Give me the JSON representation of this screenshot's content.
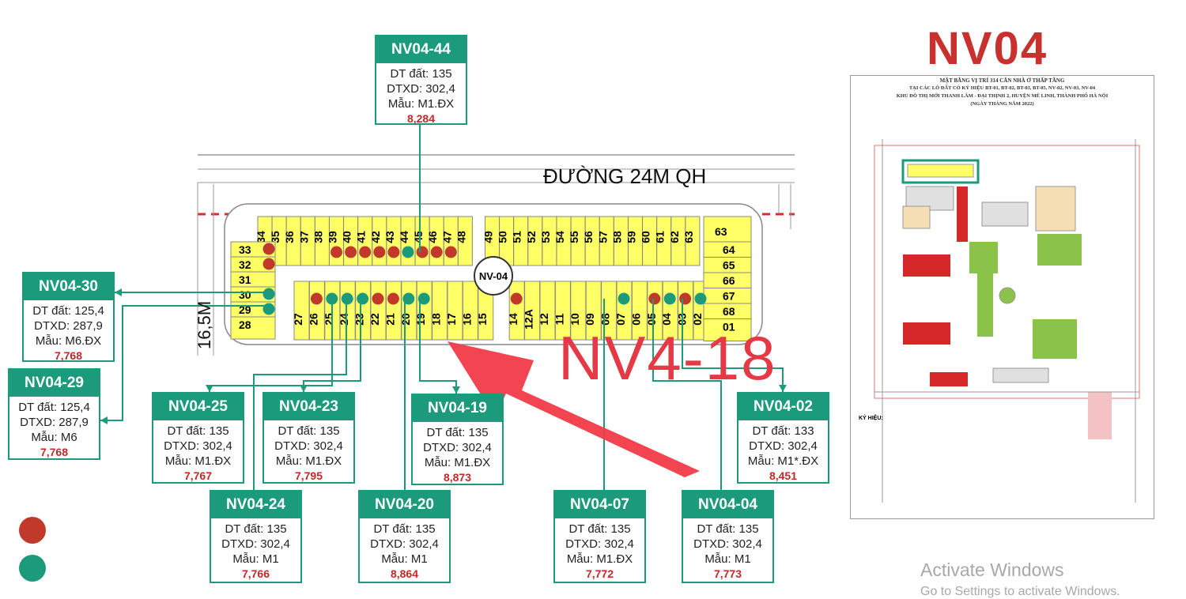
{
  "page_title": "NV04",
  "road_label": "ĐƯỜNG 24M QH",
  "road_side_label": "16,5M",
  "highlight_label": "NV4-18",
  "block_label": "NV-04",
  "colors": {
    "teal": "#1b9a7c",
    "sold_red": "#c0392b",
    "lot_yellow": "#ffff66",
    "arrow": "#f23b48"
  },
  "top_lots": [
    "34",
    "35",
    "36",
    "37",
    "38",
    "39",
    "40",
    "41",
    "42",
    "43",
    "44",
    "45",
    "46",
    "47",
    "48",
    "49",
    "50",
    "51",
    "52",
    "53",
    "54",
    "55",
    "56",
    "57",
    "58",
    "59",
    "60",
    "61",
    "62",
    "63"
  ],
  "bottom_lots": [
    "27",
    "26",
    "25",
    "24",
    "23",
    "22",
    "21",
    "20",
    "19",
    "18",
    "17",
    "16",
    "15",
    "14",
    "12A",
    "12",
    "11",
    "10",
    "09",
    "08",
    "07",
    "06",
    "05",
    "04",
    "03",
    "02"
  ],
  "left_lots": [
    "33",
    "32",
    "31",
    "30",
    "29",
    "28"
  ],
  "right_lots": [
    "64",
    "65",
    "66",
    "67",
    "68",
    "01"
  ],
  "lot_cards": [
    {
      "code": "NV04-44",
      "area": "DT đất: 135",
      "floor": "DTXD: 302,4",
      "model": "Mẫu: M1.ĐX",
      "price": "8,284"
    },
    {
      "code": "NV04-30",
      "area": "DT đất: 125,4",
      "floor": "DTXD: 287,9",
      "model": "Mẫu: M6.ĐX",
      "price": "7,768"
    },
    {
      "code": "NV04-29",
      "area": "DT đất: 125,4",
      "floor": "DTXD: 287,9",
      "model": "Mẫu: M6",
      "price": "7,768"
    },
    {
      "code": "NV04-25",
      "area": "DT đất: 135",
      "floor": "DTXD: 302,4",
      "model": "Mẫu: M1.ĐX",
      "price": "7,767"
    },
    {
      "code": "NV04-23",
      "area": "DT đất: 135",
      "floor": "DTXD: 302,4",
      "model": "Mẫu: M1.ĐX",
      "price": "7,795"
    },
    {
      "code": "NV04-19",
      "area": "DT đất: 135",
      "floor": "DTXD: 302,4",
      "model": "Mẫu: M1.ĐX",
      "price": "8,873"
    },
    {
      "code": "NV04-02",
      "area": "DT đất: 133",
      "floor": "DTXD: 302,4",
      "model": "Mẫu: M1*.ĐX",
      "price": "8,451"
    },
    {
      "code": "NV04-24",
      "area": "DT đất: 135",
      "floor": "DTXD: 302,4",
      "model": "Mẫu: M1",
      "price": "7,766"
    },
    {
      "code": "NV04-20",
      "area": "DT đất: 135",
      "floor": "DTXD: 302,4",
      "model": "Mẫu: M1",
      "price": "8,864"
    },
    {
      "code": "NV04-07",
      "area": "DT đất: 135",
      "floor": "DTXD: 302,4",
      "model": "Mẫu: M1.ĐX",
      "price": "7,772"
    },
    {
      "code": "NV04-04",
      "area": "DT đất: 135",
      "floor": "DTXD: 302,4",
      "model": "Mẫu: M1",
      "price": "7,773"
    }
  ],
  "red_marked_lots": [
    "39",
    "40",
    "41",
    "42",
    "43",
    "45",
    "46",
    "47",
    "33",
    "32",
    "26",
    "22",
    "21",
    "14",
    "05",
    "03"
  ],
  "teal_marked_lots": [
    "44",
    "30",
    "29",
    "25",
    "24",
    "23",
    "20",
    "19",
    "07",
    "04",
    "02"
  ],
  "minimap": {
    "title_lines": [
      "MẶT BẰNG VỊ TRÍ 314 CĂN NHÀ Ở THẤP TẦNG",
      "TẠI CÁC LÔ ĐẤT CÓ KÝ HIỆU BT-01, BT-02, BT-03, BT-05, NV-02, NV-03, NV-04",
      "KHU ĐÔ THỊ MỚI THANH LÂM - ĐẠI THỊNH 2, HUYỆN MÊ LINH, THÀNH PHỐ HÀ NỘI",
      "(NGÀY    THÁNG    NĂM 2022)"
    ],
    "legend_label": "KÝ HIỆU:"
  },
  "watermark": {
    "line1": "Activate Windows",
    "line2": "Go to Settings to activate Windows."
  }
}
